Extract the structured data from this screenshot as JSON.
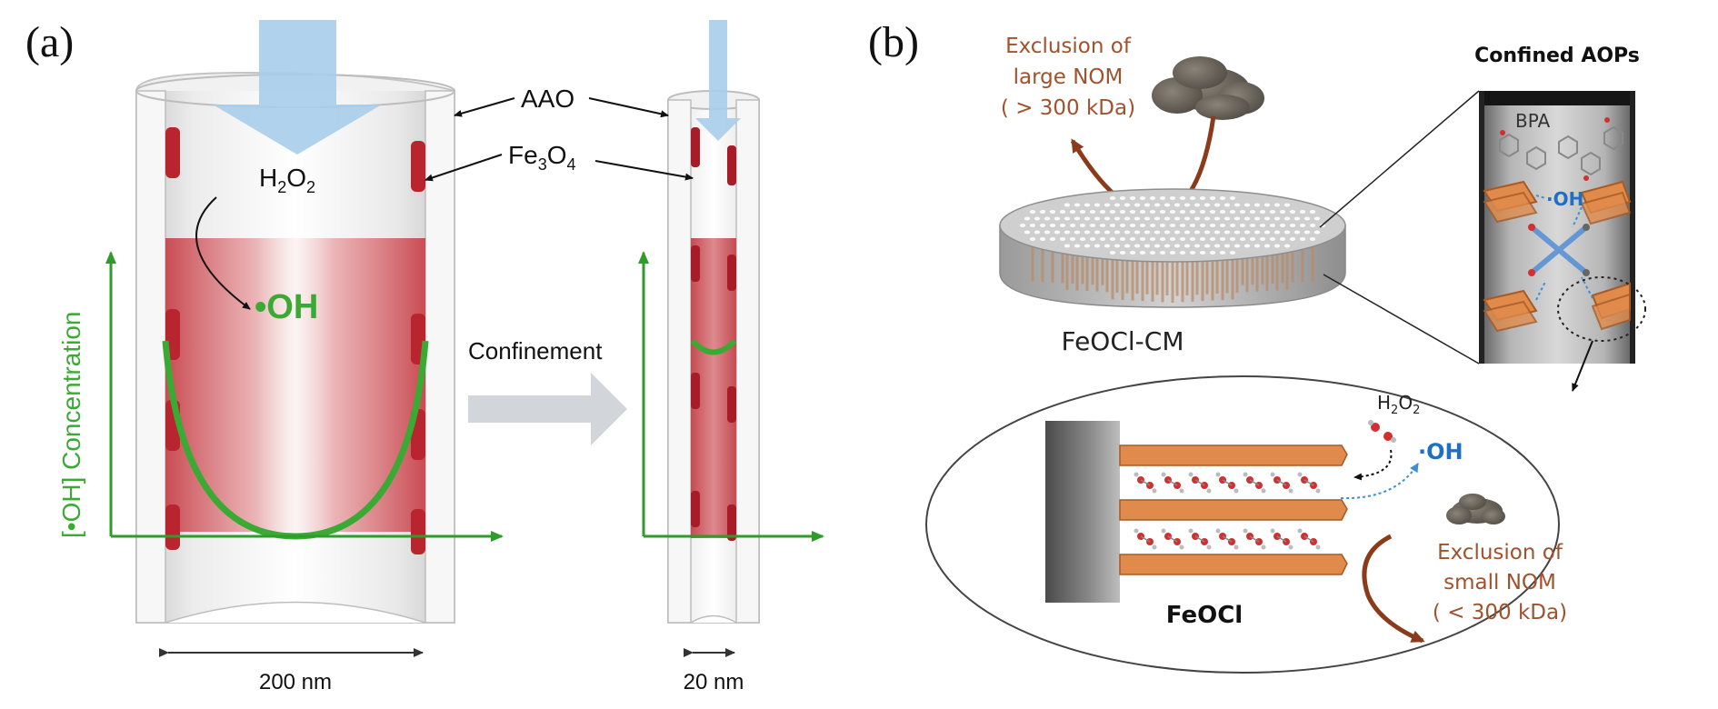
{
  "panel_a": {
    "label": "(a)",
    "aao_label": "AAO",
    "fe3o4_label": {
      "main": "Fe",
      "sub1": "3",
      "mid": "O",
      "sub2": "4"
    },
    "h2o2_label": {
      "main": "H",
      "sub1": "2",
      "mid": "O",
      "sub2": "2"
    },
    "oh_label": "•OH",
    "yaxis_label": "[•OH] Concentration",
    "confinement_label": "Confinement",
    "large_pore_size": "200 nm",
    "small_pore_size": "20 nm"
  },
  "panel_b": {
    "label": "(b)",
    "exclusion_large": [
      "Exclusion of",
      "large NOM",
      "( > 300 kDa)"
    ],
    "membrane_label": "FeOCl-CM",
    "confined_title": "Confined AOPs",
    "bpa_label": "BPA",
    "oh_label_pore": "·OH",
    "h2o2_label": {
      "main": "H",
      "sub1": "2",
      "mid": "O",
      "sub2": "2"
    },
    "oh_label_detail": "·OH",
    "feocl_label": "FeOCl",
    "exclusion_small": [
      "Exclusion of",
      "small NOM",
      "( < 300 kDa)"
    ]
  },
  "colors": {
    "arrow_blue": "#a9cdea",
    "green": "#3aaa35",
    "axis_green": "#2e9b2a",
    "fe_red": "#b8252e",
    "brown_text": "#a0522d",
    "brown_arrow": "#8b3a1a",
    "blue_text": "#1f6fc5",
    "feocl_orange": "#e08b4c"
  }
}
